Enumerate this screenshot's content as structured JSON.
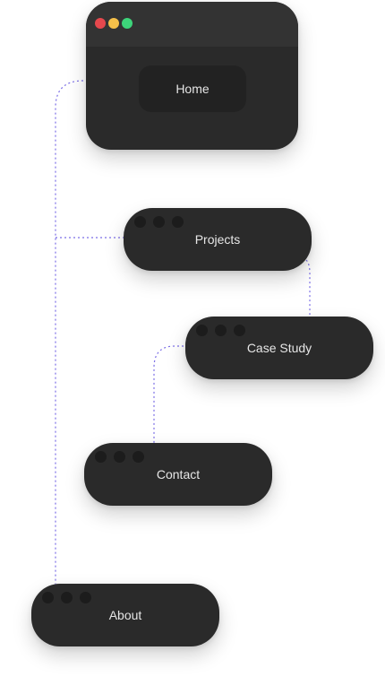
{
  "colors": {
    "window_bg": "#2a2a2a",
    "titlebar_bg": "#333333",
    "button_bg": "#222222",
    "text": "#e6e6e6",
    "connector": "#7b6ee6",
    "traffic_red": "#e5484d",
    "traffic_yellow": "#f5c04a",
    "traffic_green": "#3dd47a",
    "pill_dot": "#1c1c1c"
  },
  "nodes": {
    "home": {
      "label": "Home"
    },
    "projects": {
      "label": "Projects"
    },
    "case_study": {
      "label": "Case Study"
    },
    "contact": {
      "label": "Contact"
    },
    "about": {
      "label": "About"
    }
  }
}
